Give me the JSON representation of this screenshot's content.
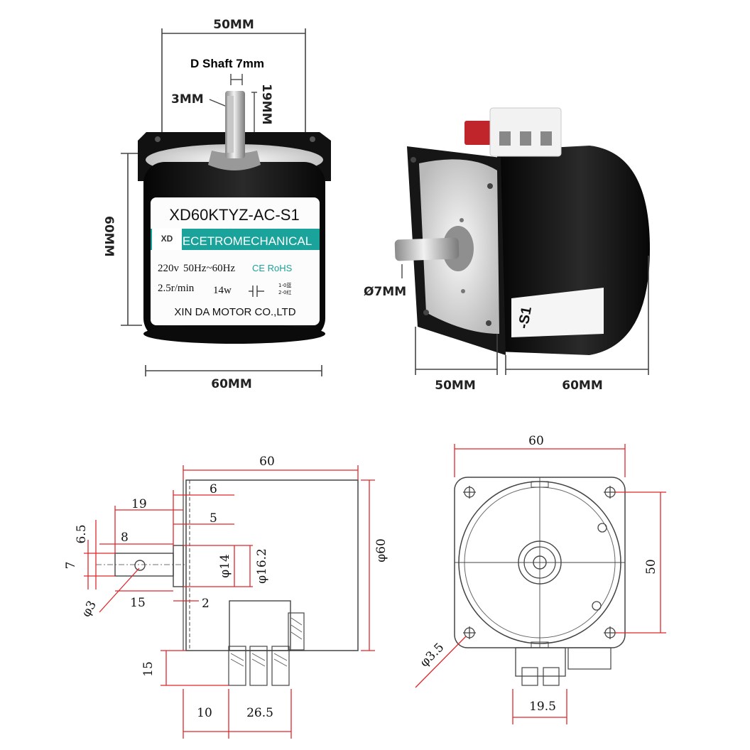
{
  "photo_front": {
    "top_dim": "50MM",
    "shaft_label": "D Shaft 7mm",
    "flat_dim": "3MM",
    "shaft_len_dim": "19MM",
    "height_dim": "60MM",
    "width_dim": "60MM",
    "label": {
      "model": "XD60KTYZ-AC-S1",
      "logo": "XD",
      "banner": "ECETROMECHANICAL",
      "voltage": "220v",
      "freq": "50Hz~60Hz",
      "speed": "2.5r/min",
      "power": "14w",
      "cert": "CE RoHS",
      "wire1": "1-0蓝",
      "wire2": "2-0红",
      "maker": "XIN DA MOTOR CO.,LTD"
    }
  },
  "photo_side": {
    "shaft_dim": "Ø7MM",
    "depth_dim": "50MM",
    "dia_dim": "60MM",
    "label_fragment": "-S1"
  },
  "drawing_side": {
    "width": "60",
    "d6": "6",
    "d19": "19",
    "d5": "5",
    "d6_5": "6.5",
    "d8": "8",
    "d7": "7",
    "phi14": "φ14",
    "phi16_2": "φ16.2",
    "phi60": "φ60",
    "d15a": "15",
    "phi3": "φ3",
    "d2": "2",
    "d15b": "15",
    "d10": "10",
    "d26_5": "26.5"
  },
  "drawing_front": {
    "width": "60",
    "hole_spacing": "50",
    "hole_dia": "φ3.5",
    "terminal_width": "19.5"
  },
  "colors": {
    "dimension_red": "#e0262b",
    "motor_black": "#151515",
    "label_teal": "#1aa39a"
  }
}
